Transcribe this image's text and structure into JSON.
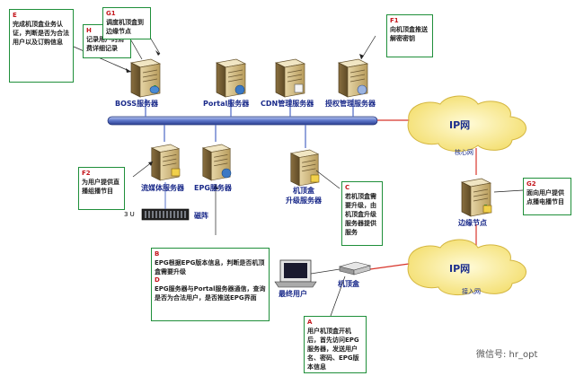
{
  "servers": {
    "boss": "BOSS服务器",
    "portal": "Portal服务器",
    "cdn": "CDN管理服务器",
    "auth": "授权管理服务器",
    "streaming": "流媒体服务器",
    "epg": "EPG服务器",
    "upgrade": "机顶盒\n升级服务器",
    "edge": "边缘节点"
  },
  "networks": {
    "core_cloud": "IP网",
    "core_label": "核心网",
    "access_cloud": "IP网",
    "access_label": "接入网"
  },
  "storage": {
    "unit": "3 U",
    "label": "磁阵"
  },
  "user": {
    "terminal": "最终用户",
    "stb": "机顶盒"
  },
  "notes": {
    "e": {
      "tag": "E",
      "text": "完成机顶盒业务认证，判断是否为合法用户以及订购信息"
    },
    "h": {
      "tag": "H",
      "text": "记录用户的消费详细记录"
    },
    "g1": {
      "tag": "G1",
      "text": "调度机顶盒到边缘节点"
    },
    "f1": {
      "tag": "F1",
      "text": "向机顶盒推送解密密钥"
    },
    "f2": {
      "tag": "F2",
      "text": "为用户提供直播组播节目"
    },
    "c": {
      "tag": "C",
      "text": "若机顶盒需要升级，由机顶盒升级服务器提供服务"
    },
    "g2": {
      "tag": "G2",
      "text": "面向用户提供点播电播节目"
    },
    "b": {
      "tag": "B",
      "text": "EPG根据EPG版本信息，判断是否机顶盒需要升级"
    },
    "d": {
      "tag": "D",
      "text": "EPG服务器与Portal服务器通信，查询是否为合法用户，是否推送EPG界面"
    },
    "a": {
      "tag": "A",
      "text": "用户机顶盒开机后，首先访问EPG服务器，发送用户名、密码、EPG版本信息"
    }
  },
  "watermark": "微信号: hr_opt"
}
